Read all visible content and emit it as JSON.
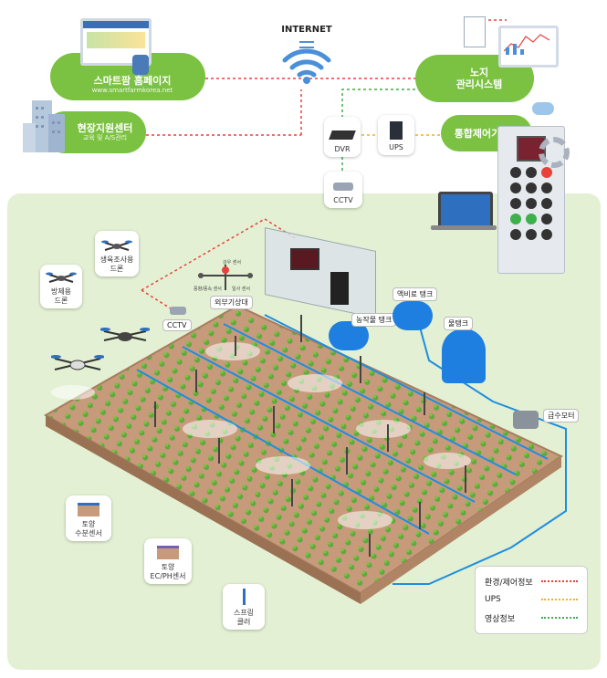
{
  "top": {
    "internet_label": "INTERNET",
    "homepage": {
      "title": "스마트팜 홈페이지",
      "subtitle": "www.smartfarmkorea.net"
    },
    "support_center": {
      "title": "현장지원센터",
      "subtitle": "교육 및 A/S관리"
    },
    "remote_system": {
      "title": "노지\n관리시스템"
    },
    "controller": {
      "title": "통합제어기"
    },
    "dvr_label": "DVR",
    "ups_label": "UPS",
    "cctv_label": "CCTV"
  },
  "field": {
    "drones": [
      {
        "label": "생육조사용\n드론"
      },
      {
        "label": "방제용\n드론"
      }
    ],
    "cctv_label": "CCTV",
    "weather_label": "외부기상대",
    "weather_sensors": [
      "강우 센서",
      "풍향/풍속 센서",
      "일사 센서"
    ],
    "tanks": {
      "nutrient": "농작물 탱크",
      "liquid": "액비료 탱크",
      "water": "물탱크"
    },
    "pump_label": "급수모터",
    "soil_moisture": "토양\n수분센서",
    "soil_ec": "토양\nEC/PH센서",
    "sprinkler": "스프링\n클러"
  },
  "legend": {
    "items": [
      {
        "label": "환경/제어정보",
        "color": "#e8413c"
      },
      {
        "label": "UPS",
        "color": "#f2b21b"
      },
      {
        "label": "영상정보",
        "color": "#3cb04a"
      }
    ]
  },
  "colors": {
    "green": "#7cc242",
    "field_bg": "#dfeecb",
    "pipe_blue": "#1e8ee0"
  }
}
